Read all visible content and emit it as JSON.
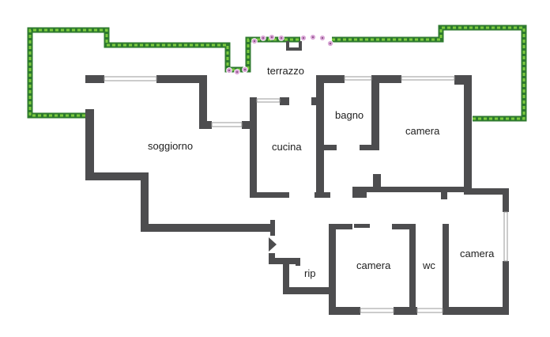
{
  "rooms": {
    "terrazzo": "terrazzo",
    "soggiorno": "soggiorno",
    "cucina": "cucina",
    "bagno": "bagno",
    "camera_top": "camera",
    "camera_mid": "camera",
    "camera_right": "camera",
    "wc": "wc",
    "rip": "rip"
  },
  "colors": {
    "wall": "#4d4d4f",
    "hedge_dark": "#2e7a2e",
    "hedge_light": "#7ccb3f",
    "flower": "#d9a6d6"
  }
}
